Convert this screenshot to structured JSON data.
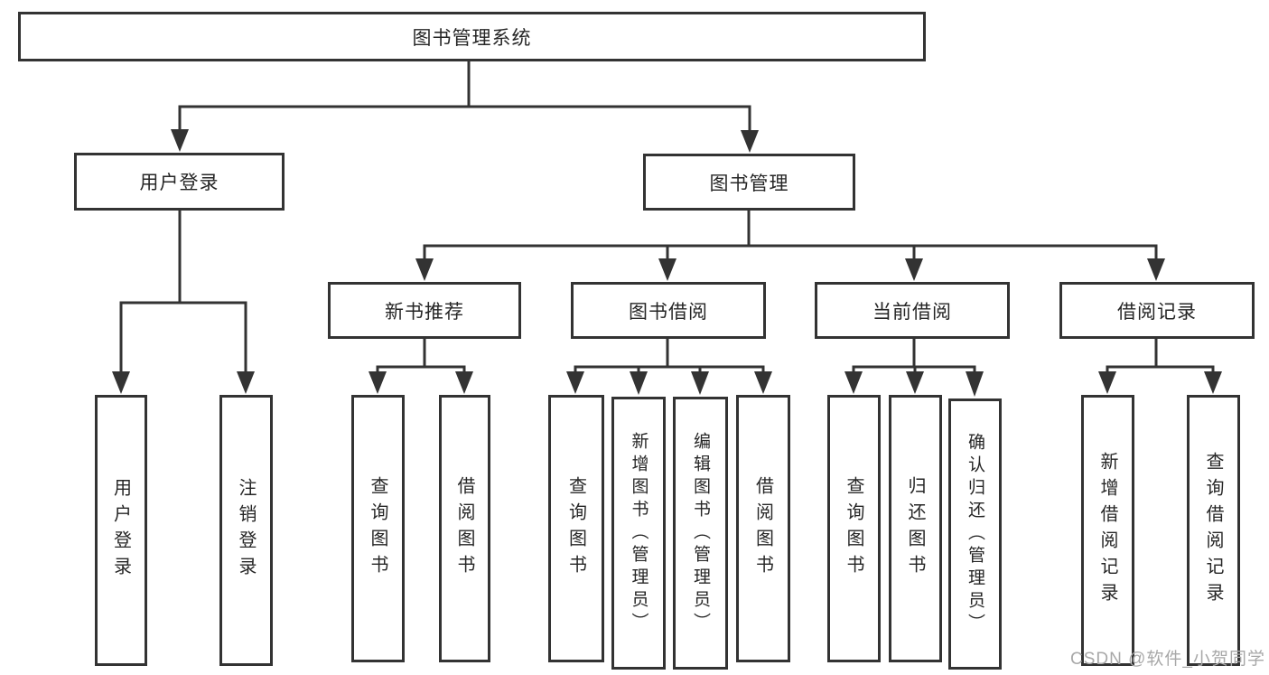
{
  "diagram": {
    "root": "图书管理系统",
    "branches": [
      {
        "label": "用户登录",
        "children": [
          "用户登录",
          "注销登录"
        ]
      },
      {
        "label": "图书管理",
        "modules": [
          {
            "label": "新书推荐",
            "children": [
              "查询图书",
              "借阅图书"
            ]
          },
          {
            "label": "图书借阅",
            "children": [
              "查询图书",
              "新增图书（管理员）",
              "编辑图书（管理员）",
              "借阅图书"
            ]
          },
          {
            "label": "当前借阅",
            "children": [
              "查询图书",
              "归还图书",
              "确认归还（管理员）"
            ]
          },
          {
            "label": "借阅记录",
            "children": [
              "新增借阅记录",
              "查询借阅记录"
            ]
          }
        ]
      }
    ]
  },
  "watermark": "CSDN @软件_小贺同学",
  "colors": {
    "line": "#333333",
    "text": "#262626",
    "watermark": "#a8a8a8",
    "background": "#ffffff"
  }
}
